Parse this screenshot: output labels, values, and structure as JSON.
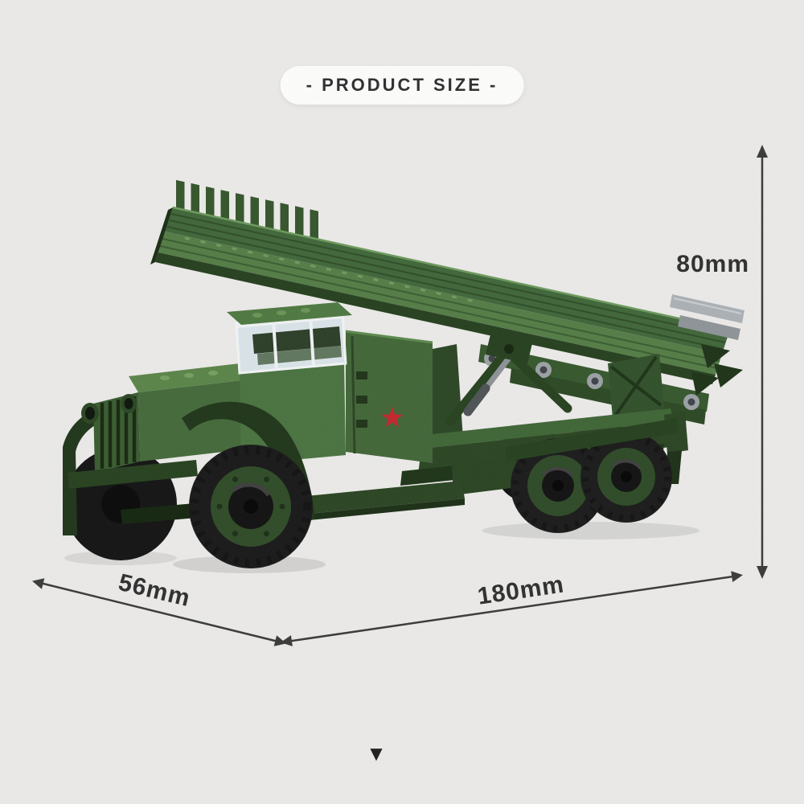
{
  "badge": {
    "label": "- PRODUCT SIZE -"
  },
  "dimensions": {
    "height": "80mm",
    "length": "180mm",
    "width": "56mm"
  },
  "scroll_hint": {
    "glyph": "▼"
  },
  "product": {
    "description": "green building-block military truck with angled multiple rocket launcher rails, red star emblem on cab side",
    "colors": {
      "background": "#eae9e7",
      "badge_background": "#fcfcfb",
      "text_dark": "#2e2e2e",
      "dimension_line": "#3a3a3a",
      "truck_green": "#4a7240",
      "truck_dark_green": "#20361a",
      "tire_black": "#191919",
      "star_red": "#c1272d",
      "rocket_gray": "#aab0b4",
      "glass": "#d9e3e7"
    }
  }
}
